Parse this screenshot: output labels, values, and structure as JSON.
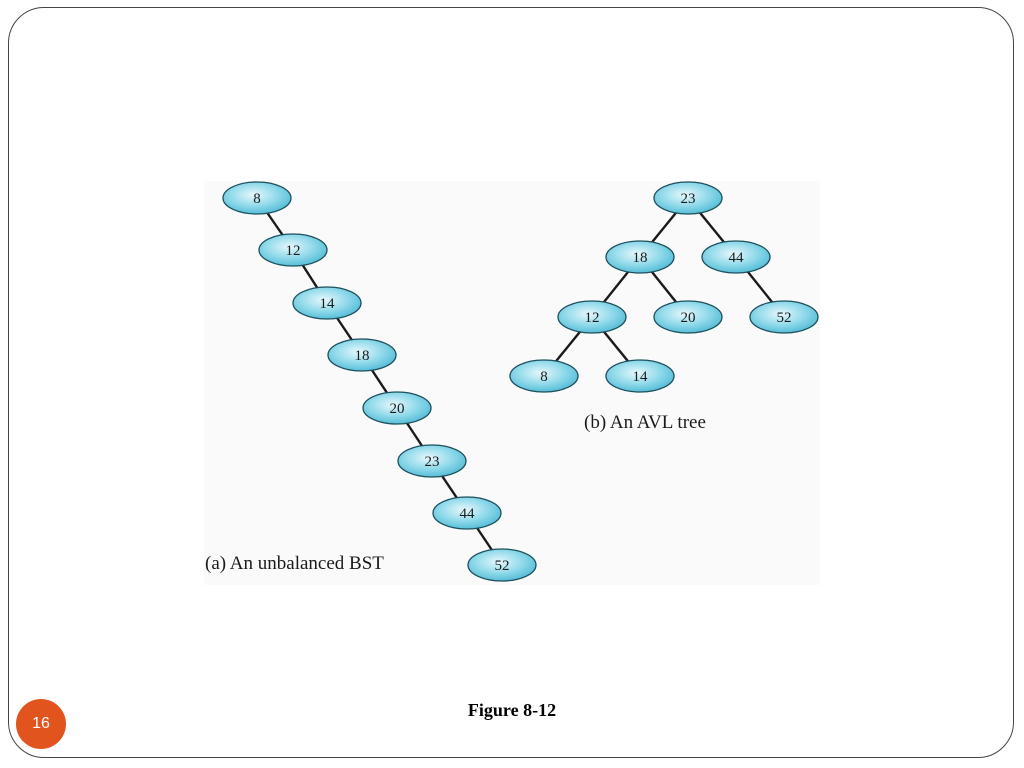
{
  "slide": {
    "page_number": "16",
    "figure_title": "Figure 8-12"
  },
  "diagram": {
    "node_color": "#6ccbe0",
    "edge_color": "#1a1a1a",
    "badge_color": "#e2541e",
    "trees": [
      {
        "id": "unbalanced-bst",
        "caption": "(a) An unbalanced BST",
        "nodes": [
          "8",
          "12",
          "14",
          "18",
          "20",
          "23",
          "44",
          "52"
        ],
        "edges": [
          [
            "8",
            "12"
          ],
          [
            "12",
            "14"
          ],
          [
            "14",
            "18"
          ],
          [
            "18",
            "20"
          ],
          [
            "20",
            "23"
          ],
          [
            "23",
            "44"
          ],
          [
            "44",
            "52"
          ]
        ]
      },
      {
        "id": "avl-tree",
        "caption": "(b) An AVL tree",
        "nodes": [
          "23",
          "18",
          "44",
          "12",
          "20",
          "52",
          "8",
          "14"
        ],
        "edges": [
          [
            "23",
            "18"
          ],
          [
            "23",
            "44"
          ],
          [
            "18",
            "12"
          ],
          [
            "18",
            "20"
          ],
          [
            "44",
            "52"
          ],
          [
            "12",
            "8"
          ],
          [
            "12",
            "14"
          ]
        ]
      }
    ]
  }
}
